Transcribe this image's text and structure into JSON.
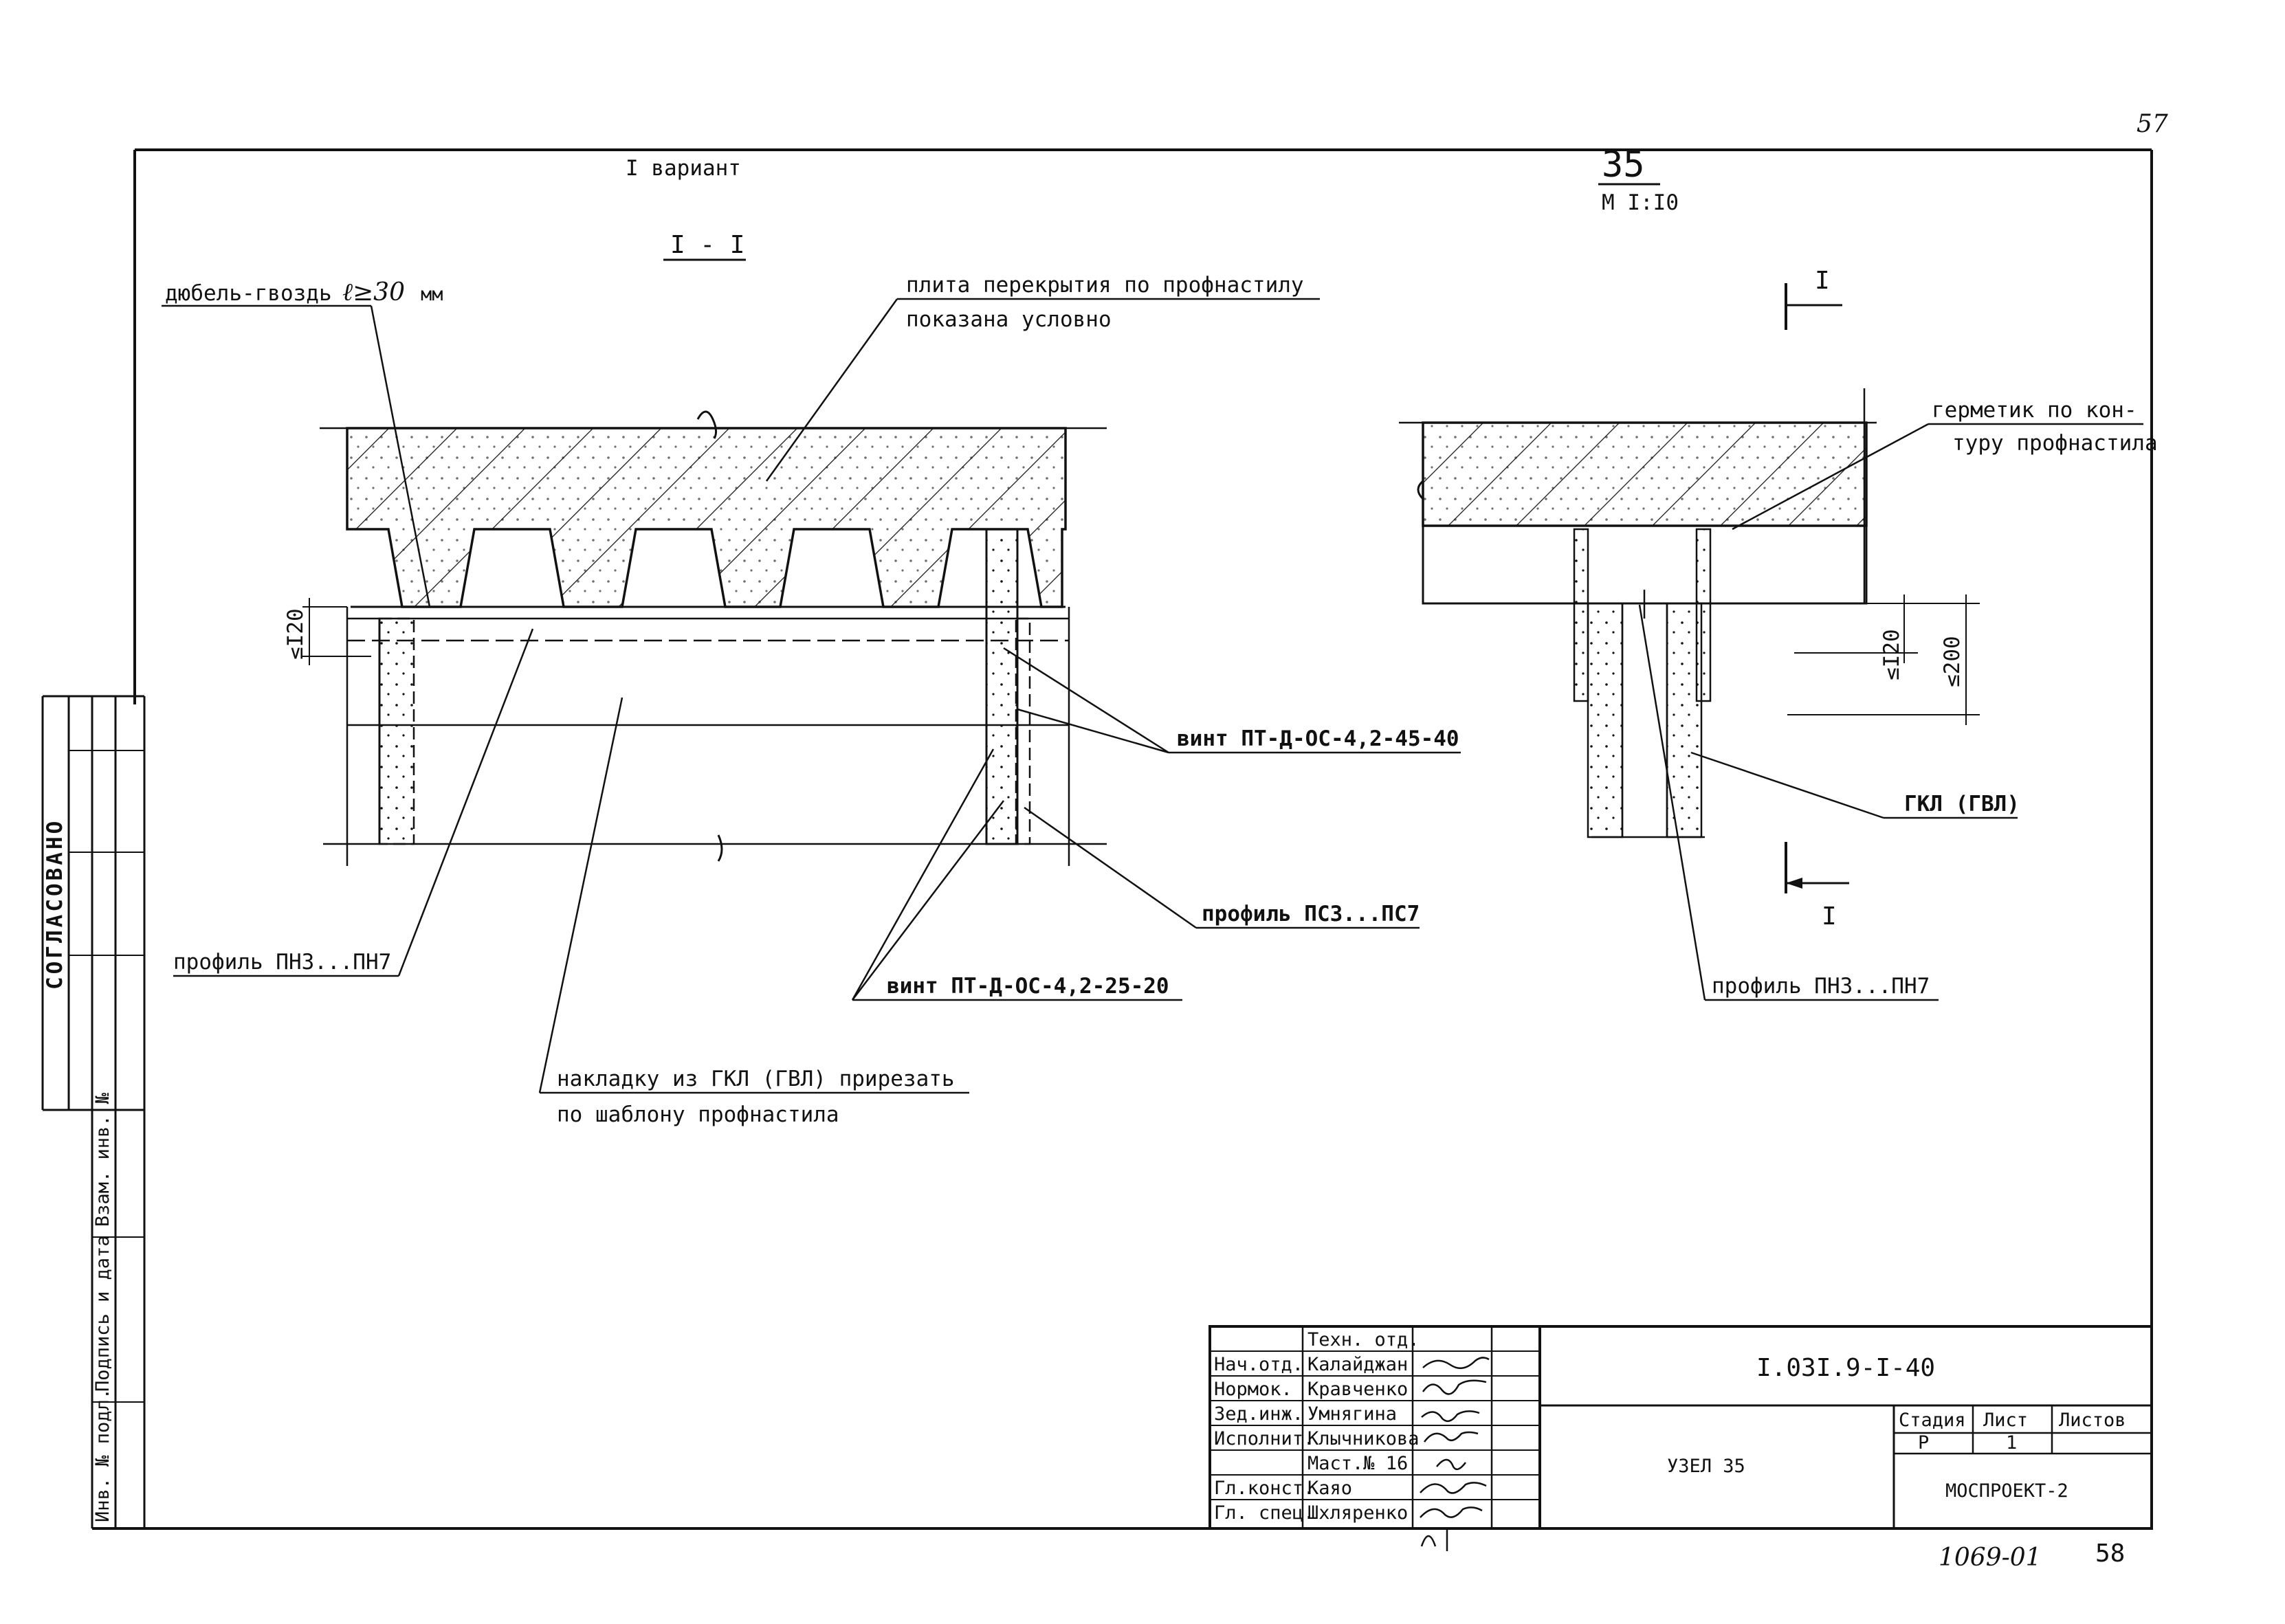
{
  "page": {
    "sheet_no_top": "57",
    "sheet_no_bottom": "58",
    "archive_no": "1069-01",
    "variant": "I вариант",
    "detail_no": "35",
    "scale": "М I:I0"
  },
  "section": {
    "title": "I - I",
    "cut_mark": "I",
    "dim_left": "≤I20",
    "dim_right_1": "≤I20",
    "dim_right_2": "≤200"
  },
  "callouts": {
    "dowel": "дюбель-гвоздь",
    "dowel_symbol": "ℓ≥30",
    "dowel_unit": "мм",
    "slab_1": "плита перекрытия по профнастилу",
    "slab_2": "показана условно",
    "sealant_1": "герметик по кон-",
    "sealant_2": "туру профнастила",
    "screw_1": "винт ПТ-Д-ОС-4,2-45-40",
    "profile_ps": "профиль ПСЗ...ПС7",
    "screw_2": "винт ПТ-Д-ОС-4,2-25-20",
    "profile_pn_left": "профиль ПНЗ...ПН7",
    "gkl": "ГКЛ (ГВЛ)",
    "profile_pn_right": "профиль ПНЗ...ПН7",
    "overlay_1": "накладку из ГКЛ (ГВЛ) прирезать",
    "overlay_2": "по шаблону профнастила"
  },
  "side_stamp": {
    "agreed": "СОГЛАСОВАНО",
    "inv_repl": "Взам. инв. №",
    "sign_date": "Подпись и дата",
    "inv_orig": "Инв. № подл."
  },
  "title_block": {
    "doc_code": "I.03I.9-I-40",
    "node": "УЗЕЛ 35",
    "org": "МОСПРОЕКТ-2",
    "stage_header": "Стадия",
    "sheet_header": "Лист",
    "sheets_header": "Листов",
    "stage": "Р",
    "sheet": "1",
    "sheets": "",
    "rows": [
      {
        "role": "",
        "name": "Техн. отд."
      },
      {
        "role": "Нач.отд.",
        "name": "Калайджан"
      },
      {
        "role": "Нормок.",
        "name": "Кравченко"
      },
      {
        "role": "Зед.инж.",
        "name": "Умнягина"
      },
      {
        "role": "Исполнит.",
        "name": "Клычникова"
      },
      {
        "role": "",
        "name": "Маст.№ 16"
      },
      {
        "role": "Гл.конст.",
        "name": "Каяо"
      },
      {
        "role": "Гл. спец.",
        "name": "Шхляренко"
      }
    ]
  }
}
